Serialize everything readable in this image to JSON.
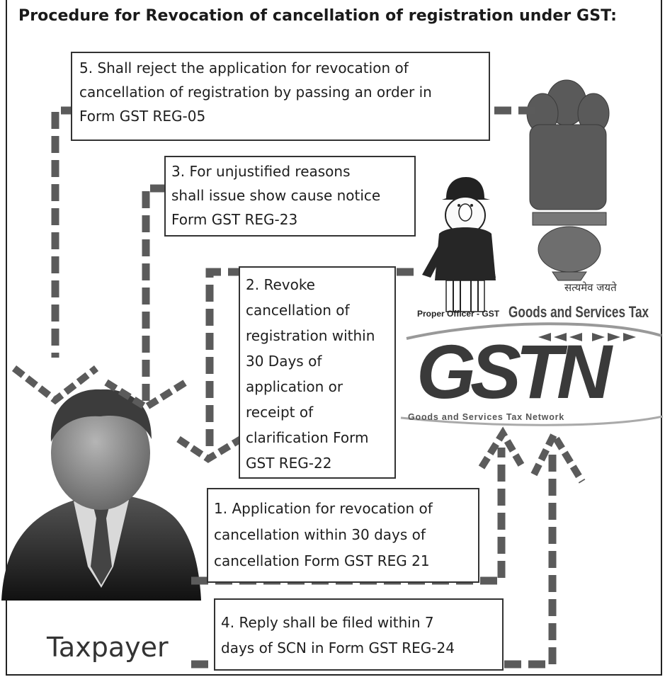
{
  "title": "Procedure for Revocation of cancellation of registration under GST:",
  "steps": {
    "step5": [
      "5. Shall reject the application for revocation of",
      "cancellation of registration by passing an order in",
      "Form GST REG-05"
    ],
    "step3": [
      "3. For unjustified reasons",
      "shall issue show cause notice",
      "Form GST REG-23"
    ],
    "step2": [
      "2. Revoke",
      "cancellation of",
      "registration within",
      "30 Days of",
      "application or",
      "receipt of",
      "clarification Form",
      "GST REG-22"
    ],
    "step1": [
      "1. Application for revocation of",
      "cancellation within 30 days of",
      "cancellation Form GST REG 21"
    ],
    "step4": [
      "4. Reply shall be filed within 7",
      "days of SCN in Form GST REG-24"
    ]
  },
  "labels": {
    "taxpayer": "Taxpayer",
    "proper_officer": "Proper Officer - GST",
    "goods_services_tax": "Goods and Services Tax",
    "motto": "सत्यमेव जयते",
    "gstn_caption": "Goods and Services Tax Network",
    "gstn_logo": "GSTN"
  },
  "colors": {
    "arrow": "#5b5b5b",
    "box_border": "#333333",
    "text": "#1e1e1e"
  }
}
